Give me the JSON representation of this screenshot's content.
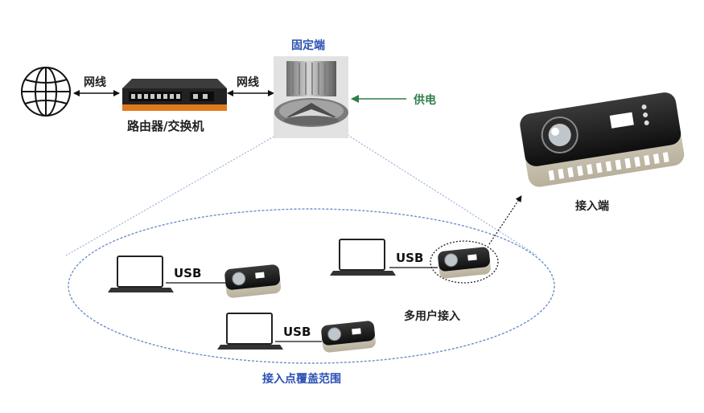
{
  "labels": {
    "fixed_end": "固定端",
    "network_cable_left": "网线",
    "network_cable_right": "网线",
    "router_switch": "路由器/交换机",
    "power_supply": "供电",
    "access_end": "接入端",
    "usb_1": "USB",
    "usb_2": "USB",
    "usb_3": "USB",
    "multi_user_access": "多用户接入",
    "coverage_range": "接入点覆盖范围"
  },
  "colors": {
    "blue_label": "#2b4fb3",
    "green_label": "#2f7d4b",
    "coverage_ellipse": "#6c8fc9",
    "dark_text": "#222222"
  },
  "icons": [
    "globe-icon",
    "router-switch-icon",
    "ceiling-transmitter-icon",
    "access-device-icon",
    "laptop-icon",
    "usb-dongle-icon"
  ]
}
